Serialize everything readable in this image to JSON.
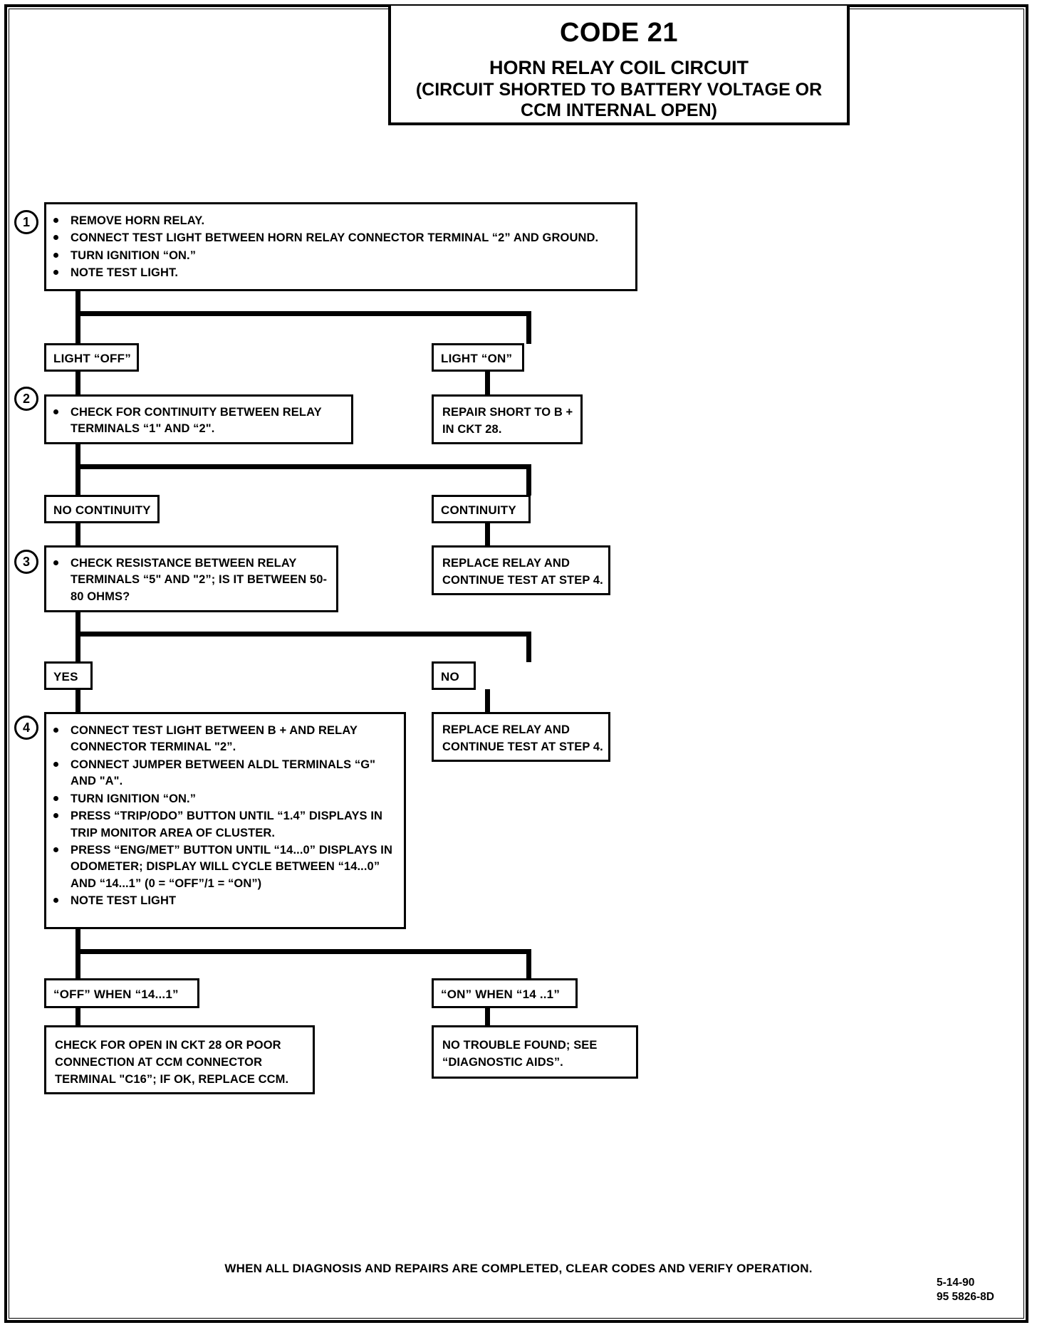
{
  "header": {
    "code": "CODE 21",
    "title": "HORN RELAY COIL CIRCUIT",
    "subtitle_line1": "(CIRCUIT SHORTED TO BATTERY VOLTAGE OR",
    "subtitle_line2": "CCM INTERNAL OPEN)"
  },
  "steps": {
    "s1": {
      "number": "1",
      "bullets": [
        "REMOVE HORN RELAY.",
        "CONNECT TEST LIGHT BETWEEN HORN RELAY CONNECTOR TERMINAL “2” AND GROUND.",
        "TURN IGNITION “ON.”",
        "NOTE TEST LIGHT."
      ]
    },
    "s2": {
      "number": "2",
      "bullets": [
        "CHECK FOR CONTINUITY BETWEEN RELAY TERMINALS “1\" AND “2\"."
      ]
    },
    "s3": {
      "number": "3",
      "bullets": [
        "CHECK RESISTANCE BETWEEN RELAY TERMINALS “5\" AND \"2”;  IS IT BETWEEN 50-80 OHMS?"
      ]
    },
    "s4": {
      "number": "4",
      "bullets": [
        "CONNECT TEST LIGHT BETWEEN B +  AND RELAY CONNECTOR TERMINAL \"2”.",
        "CONNECT JUMPER BETWEEN ALDL TERMINALS “G\" AND \"A\".",
        "TURN IGNITION “ON.”",
        "PRESS “TRIP/ODO” BUTTON UNTIL “1.4” DISPLAYS IN TRIP MONITOR AREA OF CLUSTER.",
        "PRESS “ENG/MET” BUTTON UNTIL “14...0” DISPLAYS IN ODOMETER; DISPLAY WILL CYCLE BETWEEN “14...0” AND “14...1” (0 =  “OFF”/1 =  “ON”)",
        "NOTE TEST LIGHT"
      ]
    }
  },
  "branches": {
    "light_off": "LIGHT “OFF”",
    "light_on": "LIGHT “ON”",
    "no_continuity": "NO CONTINUITY",
    "continuity": "CONTINUITY",
    "yes": "YES",
    "no": "NO",
    "off_when": "“OFF” WHEN “14...1”",
    "on_when": "“ON” WHEN “14 ..1”"
  },
  "results": {
    "repair_short": "REPAIR SHORT TO B + IN CKT 28.",
    "replace_relay_1": "REPLACE RELAY AND CONTINUE TEST AT STEP 4.",
    "replace_relay_2": "REPLACE RELAY AND CONTINUE TEST AT STEP 4.",
    "check_open": "CHECK FOR OPEN IN CKT 28 OR POOR CONNECTION AT CCM CONNECTOR TERMINAL \"C16”; IF OK, REPLACE CCM.",
    "no_trouble": "NO TROUBLE FOUND; SEE “DIAGNOSTIC AIDS”."
  },
  "footer": {
    "note": "WHEN ALL DIAGNOSIS AND REPAIRS ARE COMPLETED, CLEAR CODES AND VERIFY OPERATION.",
    "date": "5-14-90",
    "doc_id": "95 5826-8D"
  }
}
